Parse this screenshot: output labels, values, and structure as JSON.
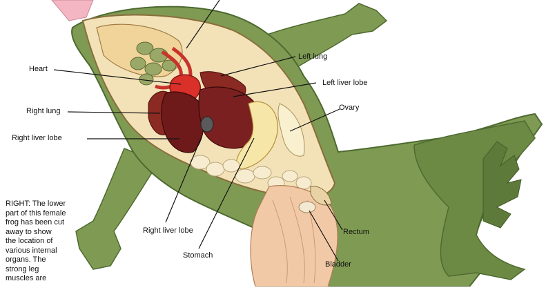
{
  "labels": {
    "heart": "Heart",
    "right_lung": "Right lung",
    "right_liver_lobe_upper": "Right liver lobe",
    "left_lung": "Left lung",
    "left_liver_lobe": "Left liver lobe",
    "ovary": "Ovary",
    "right_liver_lobe_lower": "Right liver lobe",
    "stomach": "Stomach",
    "rectum": "Rectum",
    "bladder": "Bladder"
  },
  "caption": "RIGHT: The lower\npart of this female\nfrog has been cut\naway to show\nthe location of\nvarious internal\norgans. The\nstrong leg\nmuscles are",
  "colors": {
    "skin": "#7f9a52",
    "skin_dark": "#5d7a3a",
    "body_cavity": "#f3e2b8",
    "muscle": "#f2c9a6",
    "liver": "#6e1a1a",
    "heart": "#d9302a",
    "intestine": "#f7ecd0",
    "tongue": "#f4b6c2"
  },
  "icons": [
    "frog-illustration"
  ]
}
